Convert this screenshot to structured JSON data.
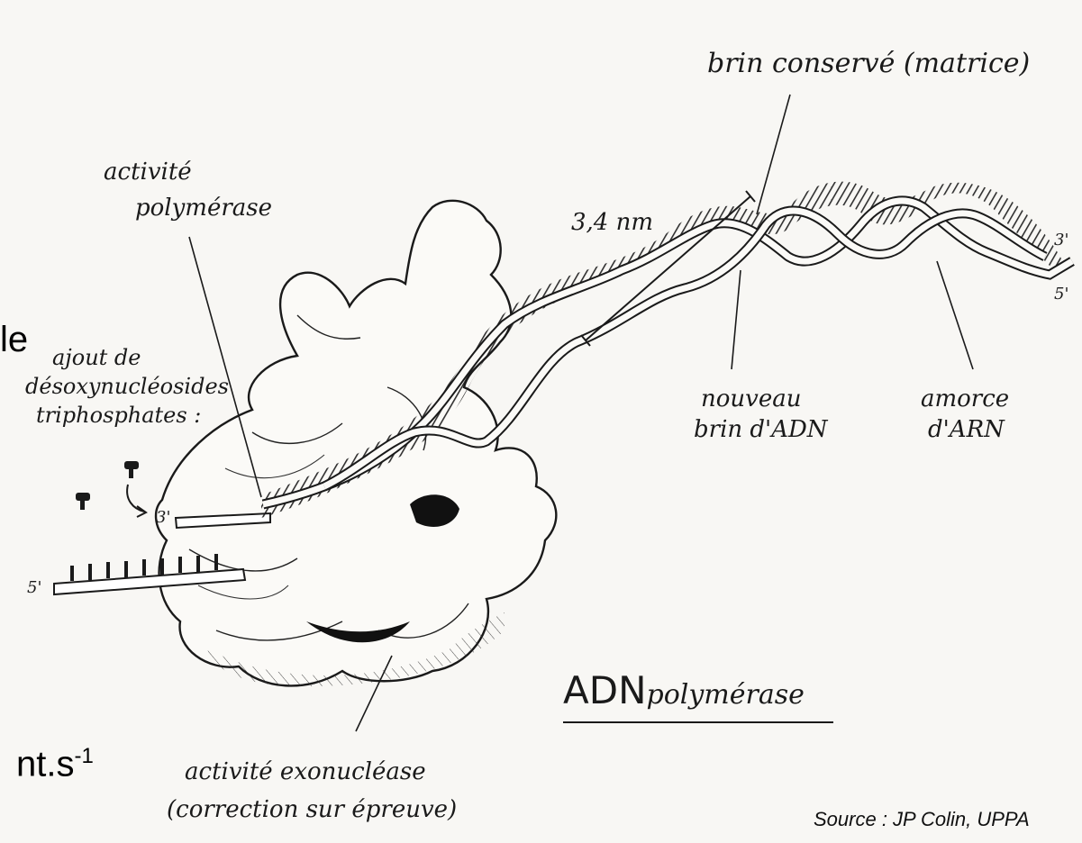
{
  "labels": {
    "template_strand": "brin conservé (matrice)",
    "polymerase_activity_line1": "activité",
    "polymerase_activity_line2": "polymérase",
    "helix_pitch": "3,4 nm",
    "nucleotide_addition_line1": "ajout de",
    "nucleotide_addition_line2": "désoxynucléosides",
    "nucleotide_addition_line3": "triphosphates :",
    "new_strand_line1": "nouveau",
    "new_strand_line2": "brin d'ADN",
    "primer_line1": "amorce",
    "primer_line2": "d'ARN",
    "prime3_left": "3'",
    "prime5_left": "5'",
    "prime3_right": "3'",
    "prime5_right": "5'",
    "exonuclease_line1": "activité exonucléase",
    "exonuclease_line2": "(correction sur épreuve)",
    "title_main": "ADN",
    "title_sub": "polymérase"
  },
  "overlay": {
    "frag_le": "le",
    "frag_nts": "nt.s",
    "frag_sup": "-1"
  },
  "source": "Source : JP Colin, UPPA",
  "colors": {
    "ink": "#1a1a1a",
    "paper": "#f8f7f4"
  }
}
